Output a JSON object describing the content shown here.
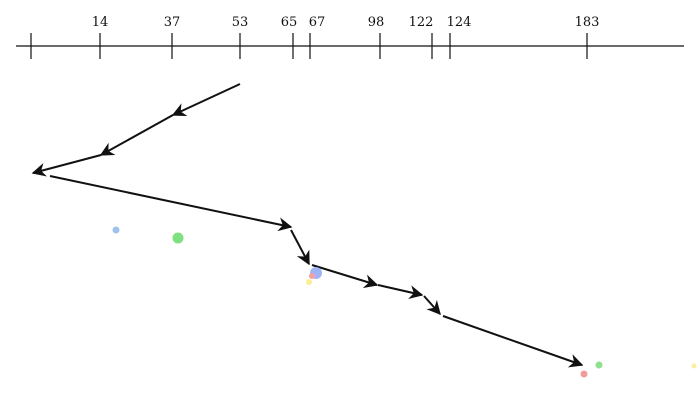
{
  "axis": {
    "tick_labels": [
      "14",
      "37",
      "53",
      "65",
      "67",
      "98",
      "122",
      "124",
      "183"
    ]
  },
  "movement_path": {
    "description_free": true,
    "sequence": [
      53,
      37,
      14,
      0,
      65,
      67,
      98,
      122,
      124,
      183
    ],
    "arrow_color": "#111111"
  },
  "dots": [
    {
      "color": "#9fc3ee"
    },
    {
      "color": "#7fe07f"
    },
    {
      "color": "#9fb4f5"
    },
    {
      "color": "#f5a0a0"
    },
    {
      "color": "#f8f090"
    },
    {
      "color": "#f29b9b"
    },
    {
      "color": "#8fe08f"
    },
    {
      "color": "#f8f0a0"
    }
  ]
}
